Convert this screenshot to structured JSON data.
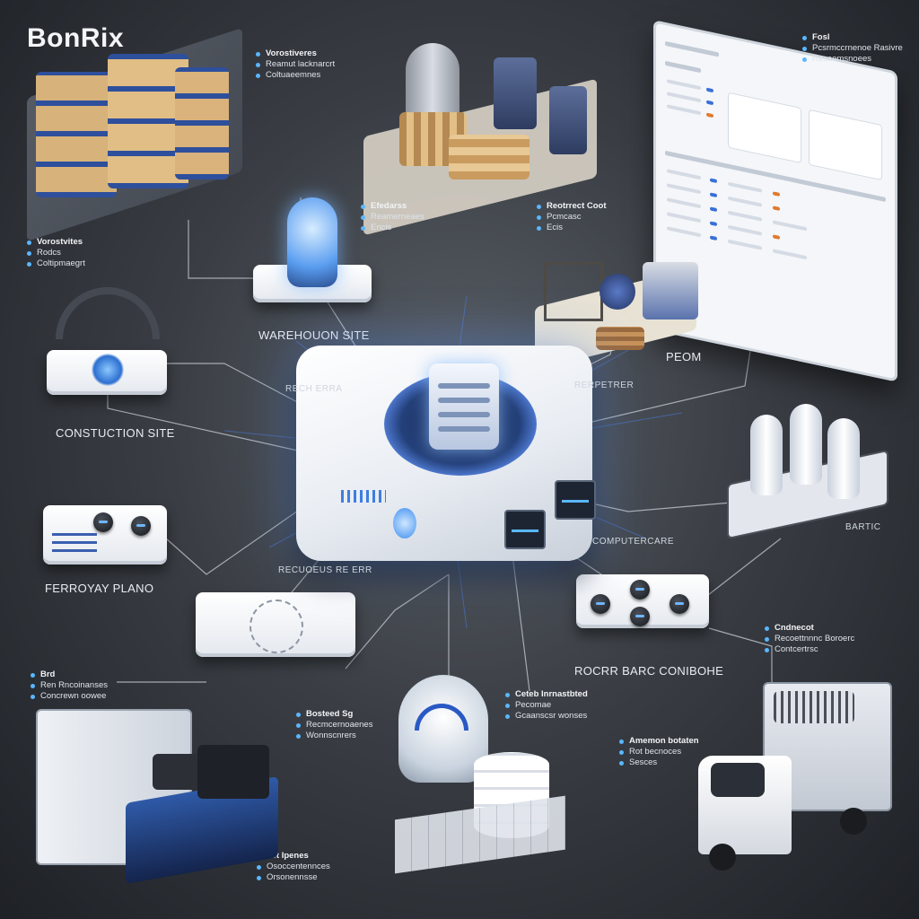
{
  "brand": "BonRix",
  "captions": {
    "warehouse": "WAREHOUON SITE",
    "construction": "CONSTUCTION SITE",
    "ferroway": "FERROYAY PLANO",
    "room": "PEOM",
    "rocke": "ROCRR BARC CONIBOHE",
    "right_small": "BARTIC"
  },
  "tags": {
    "t1": "RECH ERRA",
    "t2": "RERPETRER",
    "t3": "RECUOEUS RE ERR",
    "t4": "COMPUTERCARE"
  },
  "notes": [
    {
      "id": "n1",
      "title": "Vorostiveres",
      "lines": [
        "Reamut lacknarcrt",
        "Coltuaeemnes"
      ]
    },
    {
      "id": "n2",
      "title": "Vorostvites",
      "lines": [
        "Rodcs",
        "Coltipmaegrt"
      ]
    },
    {
      "id": "n3",
      "title": "Efedarss",
      "lines": [
        "Reamerneaes",
        "Encis"
      ]
    },
    {
      "id": "n4",
      "title": "Reotrrect Coot",
      "lines": [
        "Pcmcasc",
        "Ecis"
      ]
    },
    {
      "id": "n5",
      "title": "Fosl",
      "lines": [
        "Pcsrmccrnenoe Rasivre",
        "Recaemsnoees"
      ]
    },
    {
      "id": "n6",
      "title": "Cndnecot",
      "lines": [
        "Recoettnnnc Boroerc",
        "Contcertrsc"
      ]
    },
    {
      "id": "n7",
      "title": "Brd",
      "lines": [
        "Ren Rncoinanses",
        "Concrewn oowee"
      ]
    },
    {
      "id": "n8",
      "title": "Bosteed Sg",
      "lines": [
        "Recmcernoaenes",
        "Wonnscnrers"
      ]
    },
    {
      "id": "n9",
      "title": "Ceteb Inrnastbted",
      "lines": [
        "Pecomae",
        "Gcaanscsr wonses"
      ]
    },
    {
      "id": "n10",
      "title": "Amemon botaten",
      "lines": [
        "Rot becnoces",
        "Sesces"
      ]
    },
    {
      "id": "n11",
      "title": "Tot Ipenes",
      "lines": [
        "Osoccentennces",
        "Orsonennsse"
      ]
    }
  ],
  "colors": {
    "accent": "#59b7ff",
    "hub_glow": "#5a96ff",
    "background": "#3a3e44"
  }
}
